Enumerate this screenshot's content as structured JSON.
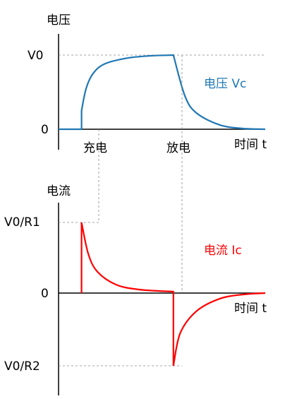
{
  "chart_data": [
    {
      "type": "line",
      "ylabel": "电压",
      "xlabel": "时间 t",
      "y_ticks": [
        "V0",
        "0"
      ],
      "x_markers": [
        "充电",
        "放电"
      ],
      "series": [
        {
          "name": "电压 Vc",
          "color": "#1f77b4",
          "points": [
            [
              0,
              0
            ],
            [
              1,
              0
            ],
            [
              1,
              0.25
            ],
            [
              1.2,
              0.55
            ],
            [
              1.5,
              0.75
            ],
            [
              2,
              0.88
            ],
            [
              3,
              0.96
            ],
            [
              4,
              0.99
            ],
            [
              5,
              1
            ],
            [
              5,
              1
            ],
            [
              5.5,
              0.45
            ],
            [
              6,
              0.22
            ],
            [
              7,
              0.06
            ],
            [
              8,
              0.01
            ],
            [
              9,
              0
            ]
          ]
        }
      ],
      "ylim": [
        0,
        1
      ],
      "xlim": [
        0,
        9
      ]
    },
    {
      "type": "line",
      "ylabel": "电流",
      "xlabel": "时间 t",
      "y_ticks": [
        "V0/R1",
        "0",
        "V0/R2"
      ],
      "series": [
        {
          "name": "电流 Ic",
          "color": "#ff0000",
          "points": [
            [
              1,
              0
            ],
            [
              1,
              1
            ],
            [
              1.3,
              0.55
            ],
            [
              1.7,
              0.3
            ],
            [
              2.5,
              0.12
            ],
            [
              3.5,
              0.05
            ],
            [
              5,
              0.02
            ],
            [
              5,
              0
            ],
            [
              5,
              -1
            ],
            [
              5.3,
              -0.55
            ],
            [
              6,
              -0.25
            ],
            [
              7,
              -0.08
            ],
            [
              8,
              -0.02
            ],
            [
              9,
              0
            ]
          ]
        }
      ],
      "ylim": [
        -1,
        1
      ],
      "xlim": [
        0,
        9
      ]
    }
  ]
}
